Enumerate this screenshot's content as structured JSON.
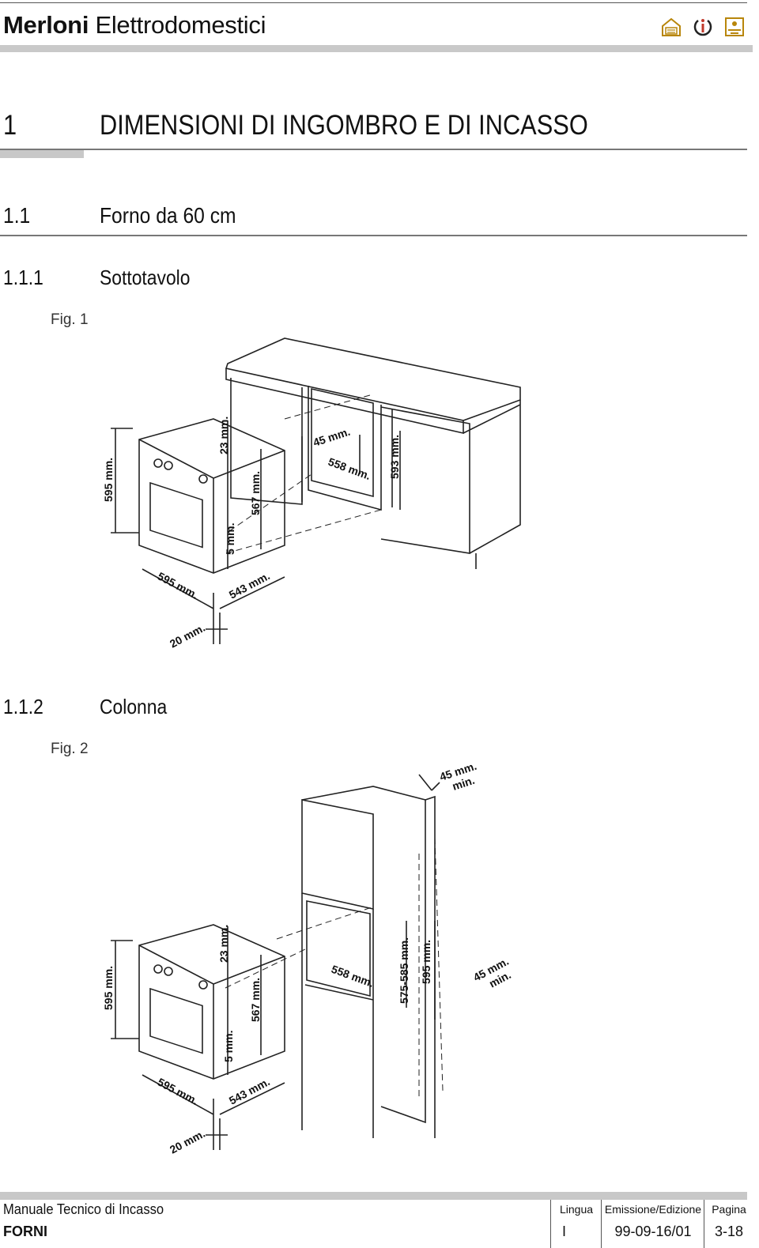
{
  "header": {
    "brand_bold": "Merloni",
    "brand_rest": " Elettrodomestici",
    "icons": [
      "house-icon",
      "info-icon",
      "options-icon"
    ]
  },
  "section": {
    "number": "1",
    "title": "DIMENSIONI DI INGOMBRO E DI INCASSO"
  },
  "subsection": {
    "number": "1.1",
    "title": "Forno da 60 cm"
  },
  "sub1": {
    "number": "1.1.1",
    "title": "Sottotavolo",
    "fig": "Fig. 1",
    "labels": {
      "h595": "595 mm.",
      "d23": "23 mm.",
      "d567": "567 mm.",
      "d5": "5 mm.",
      "w595": "595 mm.",
      "w543": "543 mm.",
      "w20": "20 mm.",
      "g45": "45 mm.",
      "w558": "558 mm.",
      "h593": "593 mm."
    }
  },
  "sub2": {
    "number": "1.1.2",
    "title": "Colonna",
    "fig": "Fig. 2",
    "labels": {
      "top45": "45 mm.",
      "topmin": "min.",
      "h595": "595 mm.",
      "d23": "23 mm.",
      "d567": "567 mm.",
      "d5": "5 mm.",
      "w595": "595 mm.",
      "w543": "543 mm.",
      "w20": "20 mm.",
      "w558": "558 mm.",
      "h575": "575-585 mm.",
      "h595b": "595 mm.",
      "side45": "45 mm.",
      "sidemin": "min."
    }
  },
  "footer": {
    "manual": "Manuale Tecnico di Incasso",
    "product": "FORNI",
    "lingua_label": "Lingua",
    "lingua_value": "I",
    "emissione_label": "Emissione/Edizione",
    "emissione_value": "99-09-16/01",
    "pagina_label": "Pagina",
    "pagina_value": "3-18"
  }
}
